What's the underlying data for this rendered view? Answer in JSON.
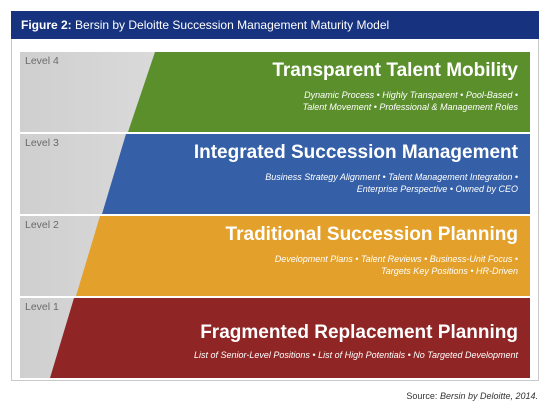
{
  "figure": {
    "label": "Figure 2:",
    "title": "Bersin by Deloitte Succession Management Maturity Model"
  },
  "levels": [
    {
      "label": "Level 4",
      "title": "Transparent Talent Mobility",
      "desc_lines": [
        "Dynamic Process • Highly Transparent • Pool-Based •",
        "Talent Movement •  Professional & Management Roles"
      ],
      "color": "#5b8f2c"
    },
    {
      "label": "Level 3",
      "title": "Integrated Succession Management",
      "desc_lines": [
        "Business Strategy Alignment • Talent Management Integration •",
        "Enterprise Perspective • Owned by CEO"
      ],
      "color": "#3560a8"
    },
    {
      "label": "Level 2",
      "title": "Traditional Succession Planning",
      "desc_lines": [
        "Development Plans • Talent Reviews • Business-Unit Focus •",
        "Targets Key Positions • HR-Driven"
      ],
      "color": "#e3a02a"
    },
    {
      "label": "Level 1",
      "title": "Fragmented Replacement Planning",
      "desc_lines": [
        "List of Senior-Level Positions • List of High Potentials • No Targeted Development"
      ],
      "color": "#8f2525"
    }
  ],
  "source": {
    "prefix": "Source: ",
    "text": "Bersin by Deloitte, 2014."
  }
}
